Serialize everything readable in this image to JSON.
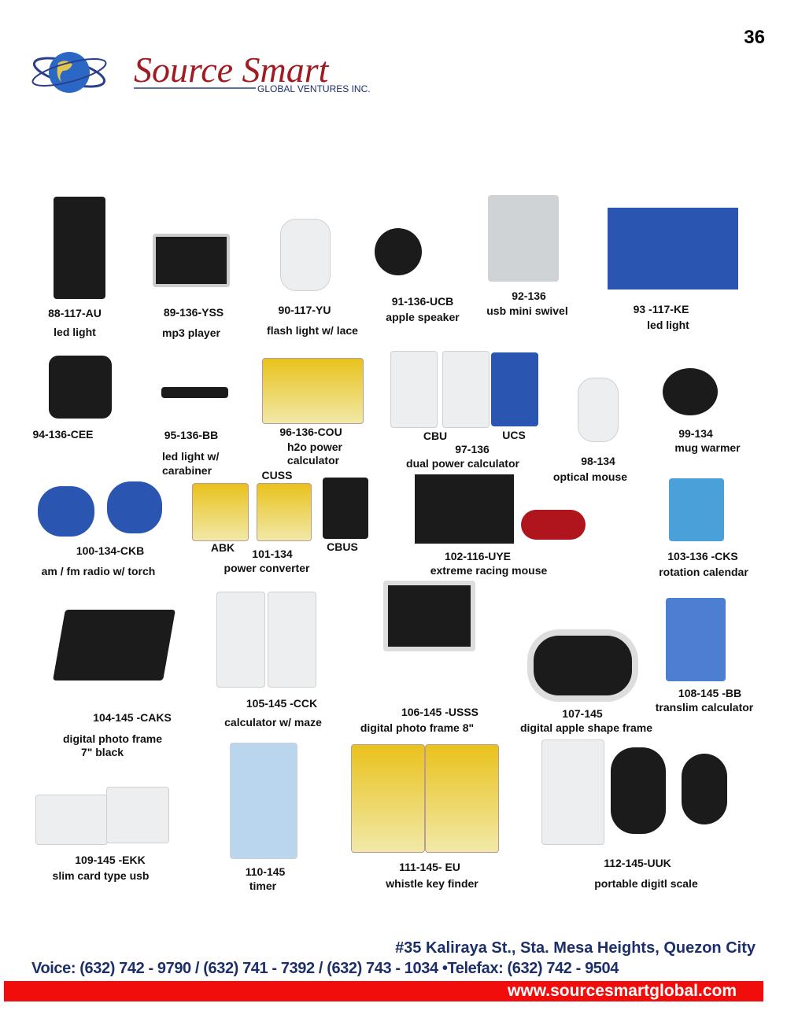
{
  "page_number": "36",
  "brand": {
    "name": "Source Smart",
    "subtitle": "GLOBAL VENTURES INC."
  },
  "products": {
    "p88": {
      "code": "88-117-AU",
      "name": "led light"
    },
    "p89": {
      "code": "89-136-YSS",
      "name": "mp3 player"
    },
    "p90": {
      "code": "90-117-YU",
      "name": "flash light w/ lace"
    },
    "p91": {
      "code": "91-136-UCB",
      "name": "apple speaker"
    },
    "p92": {
      "code": "92-136",
      "name": "usb mini swivel"
    },
    "p93": {
      "code": "93 -117-KE",
      "name": "led light"
    },
    "p94": {
      "code": "94-136-CEE"
    },
    "p95": {
      "code": "95-136-BB",
      "name1": "led light w/",
      "name2": "carabiner"
    },
    "p96": {
      "code": "96-136-COU",
      "name1": "h2o power",
      "name2": "calculator"
    },
    "p97": {
      "code": "97-136",
      "name": "dual power calculator",
      "variant1": "CBU",
      "variant2": "UCS"
    },
    "p98": {
      "code": "98-134",
      "name": "optical mouse"
    },
    "p99": {
      "code": "99-134",
      "name": "mug warmer"
    },
    "p100": {
      "code": "100-134-CKB",
      "name": "am / fm radio w/ torch"
    },
    "p101": {
      "code": "101-134",
      "name": "power converter",
      "variant1": "ABK",
      "variant2": "CUSS",
      "variant3": "CBUS"
    },
    "p102": {
      "code": "102-116-UYE",
      "name": "extreme racing mouse"
    },
    "p103": {
      "code": "103-136 -CKS",
      "name": "rotation calendar"
    },
    "p104": {
      "code": "104-145 -CAKS",
      "name1": "digital photo frame",
      "name2": "7\" black"
    },
    "p105": {
      "code": "105-145 -CCK",
      "name": "calculator w/ maze"
    },
    "p106": {
      "code": "106-145 -USSS",
      "name": "digital photo frame 8\""
    },
    "p107": {
      "code": "107-145",
      "name": "digital apple shape frame"
    },
    "p108": {
      "code": "108-145 -BB",
      "name": "translim calculator"
    },
    "p109": {
      "code": "109-145 -EKK",
      "name": "slim card type usb"
    },
    "p110": {
      "code": "110-145",
      "name": "timer"
    },
    "p111": {
      "code": "111-145- EU",
      "name": "whistle key finder"
    },
    "p112": {
      "code": "112-145-UUK",
      "name": "portable digitl scale"
    }
  },
  "footer": {
    "address": "#35 Kaliraya St., Sta. Mesa Heights, Quezon City",
    "phones": "Voice: (632) 742 - 9790 / (632) 741 - 7392 / (632) 743 - 1034 •Telefax: (632) 742 - 9504",
    "website": "www.sourcesmartglobal.com"
  },
  "colors": {
    "brand_red": "#a01c22",
    "footer_blue": "#1d2f6b",
    "footer_bar": "#f20d0d"
  }
}
